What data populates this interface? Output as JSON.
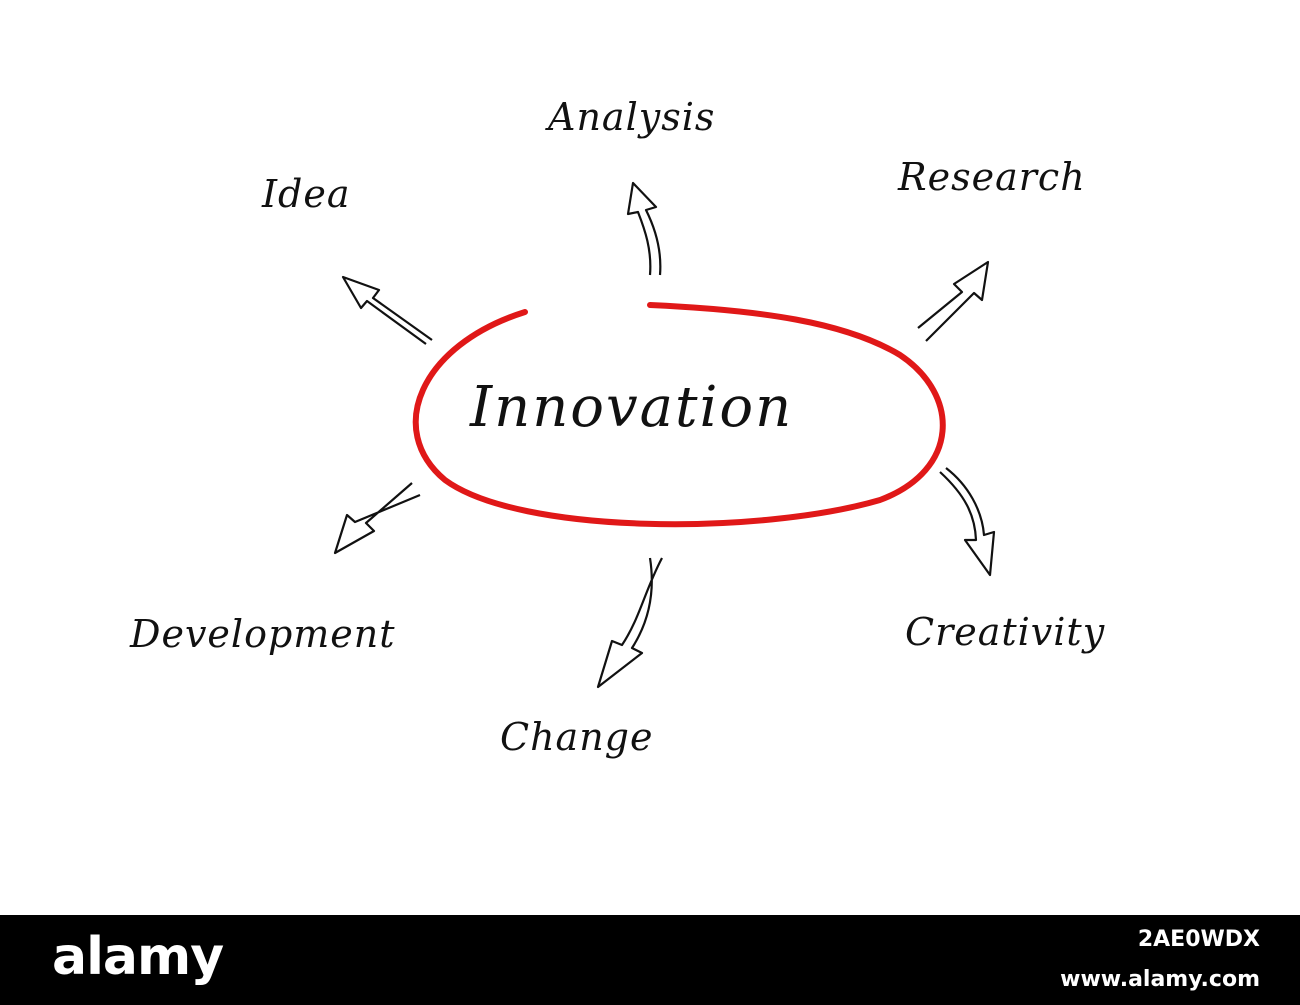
{
  "diagram": {
    "center": "Innovation",
    "branches": [
      "Idea",
      "Analysis",
      "Research",
      "Development",
      "Change",
      "Creativity"
    ],
    "accent_color": "#e01818",
    "arrow_color": "#111111"
  },
  "footer": {
    "logo": "alamy",
    "image_id": "2AE0WDX",
    "url": "www.alamy.com",
    "background": "#000000"
  }
}
